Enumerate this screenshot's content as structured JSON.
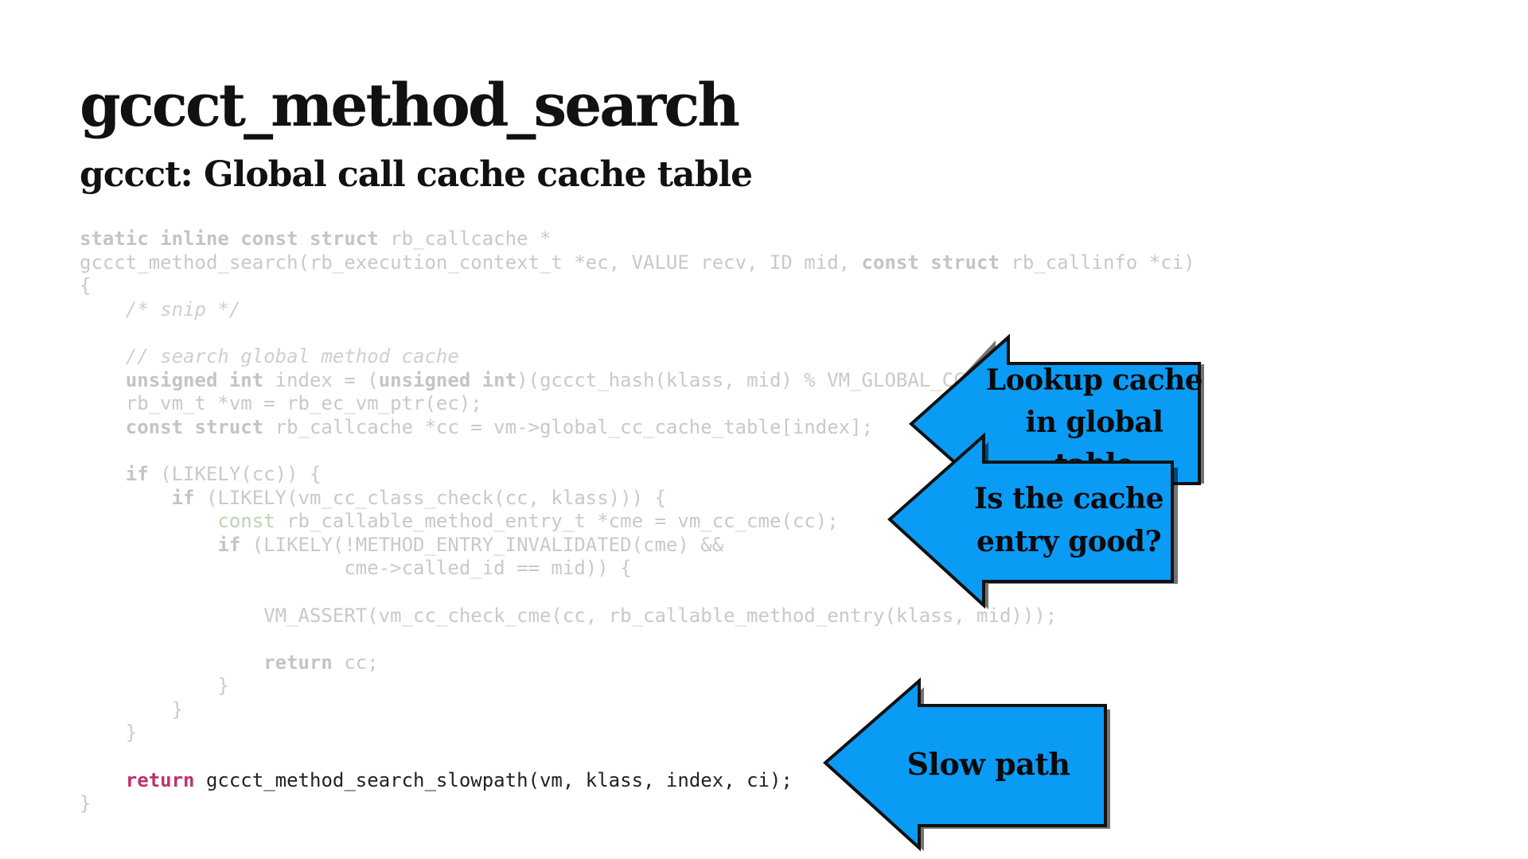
{
  "slide": {
    "title": "gccct_method_search",
    "subtitle": "gccct: Global call cache cache table"
  },
  "code": {
    "lines": [
      [
        {
          "t": "static inline const struct",
          "c": "kw"
        },
        {
          "t": " rb_callcache *",
          "c": ""
        }
      ],
      [
        {
          "t": "gccct_method_search(rb_execution_context_t *ec, VALUE recv, ID mid, ",
          "c": ""
        },
        {
          "t": "const struct",
          "c": "kw"
        },
        {
          "t": " rb_callinfo *ci)",
          "c": ""
        }
      ],
      [
        {
          "t": "{",
          "c": ""
        }
      ],
      [
        {
          "t": "    ",
          "c": ""
        },
        {
          "t": "/* snip */",
          "c": "cm"
        }
      ],
      [
        {
          "t": "",
          "c": ""
        }
      ],
      [
        {
          "t": "    ",
          "c": ""
        },
        {
          "t": "// search global method cache",
          "c": "cm"
        }
      ],
      [
        {
          "t": "    ",
          "c": ""
        },
        {
          "t": "unsigned int",
          "c": "kw"
        },
        {
          "t": " index = (",
          "c": ""
        },
        {
          "t": "unsigned int",
          "c": "kw"
        },
        {
          "t": ")(gccct_hash(klass, mid) % VM_GLOBAL_CC_CACHE_TABLE_SIZE);",
          "c": ""
        }
      ],
      [
        {
          "t": "    rb_vm_t *vm = rb_ec_vm_ptr(ec);",
          "c": ""
        }
      ],
      [
        {
          "t": "    ",
          "c": ""
        },
        {
          "t": "const struct",
          "c": "kw"
        },
        {
          "t": " rb_callcache *cc = vm->global_cc_cache_table[index];",
          "c": ""
        }
      ],
      [
        {
          "t": "",
          "c": ""
        }
      ],
      [
        {
          "t": "    ",
          "c": ""
        },
        {
          "t": "if",
          "c": "kw"
        },
        {
          "t": " (LIKELY(cc)) {",
          "c": ""
        }
      ],
      [
        {
          "t": "        ",
          "c": ""
        },
        {
          "t": "if",
          "c": "kw"
        },
        {
          "t": " (LIKELY(vm_cc_class_check(cc, klass))) {",
          "c": ""
        }
      ],
      [
        {
          "t": "            ",
          "c": ""
        },
        {
          "t": "const",
          "c": "kw-green"
        },
        {
          "t": " rb_callable_method_entry_t *cme = vm_cc_cme(cc);",
          "c": ""
        }
      ],
      [
        {
          "t": "            ",
          "c": ""
        },
        {
          "t": "if",
          "c": "kw"
        },
        {
          "t": " (LIKELY(!METHOD_ENTRY_INVALIDATED(cme) &&",
          "c": ""
        }
      ],
      [
        {
          "t": "                       cme->called_id == mid)) {",
          "c": ""
        }
      ],
      [
        {
          "t": "",
          "c": ""
        }
      ],
      [
        {
          "t": "                VM_ASSERT(vm_cc_check_cme(cc, rb_callable_method_entry(klass, mid)));",
          "c": ""
        }
      ],
      [
        {
          "t": "",
          "c": ""
        }
      ],
      [
        {
          "t": "                ",
          "c": ""
        },
        {
          "t": "return",
          "c": "kw"
        },
        {
          "t": " cc;",
          "c": ""
        }
      ],
      [
        {
          "t": "            }",
          "c": ""
        }
      ],
      [
        {
          "t": "        }",
          "c": ""
        }
      ],
      [
        {
          "t": "    }",
          "c": ""
        }
      ],
      [
        {
          "t": "",
          "c": ""
        }
      ],
      [
        {
          "t": "    ",
          "c": ""
        },
        {
          "t": "return",
          "c": "kw-ret"
        },
        {
          "t": " gccct_method_search_slowpath(vm, klass, index, ci);",
          "c": ""
        }
      ],
      [
        {
          "t": "}",
          "c": ""
        }
      ]
    ],
    "emphasized_line": 23
  },
  "callouts": [
    {
      "name": "lookup-cache-callout",
      "line1": "Lookup cache",
      "line2": "in global table"
    },
    {
      "name": "cache-entry-good-callout",
      "line1": "Is the cache",
      "line2": "entry good?"
    },
    {
      "name": "slow-path-callout",
      "line1": "Slow path",
      "line2": ""
    }
  ],
  "colors": {
    "arrow_fill": "#0a9bf5",
    "arrow_stroke": "#111111",
    "code_dim": "#c9c9c9",
    "code_emphasis": "#222222",
    "return_keyword": "#c0306a"
  }
}
